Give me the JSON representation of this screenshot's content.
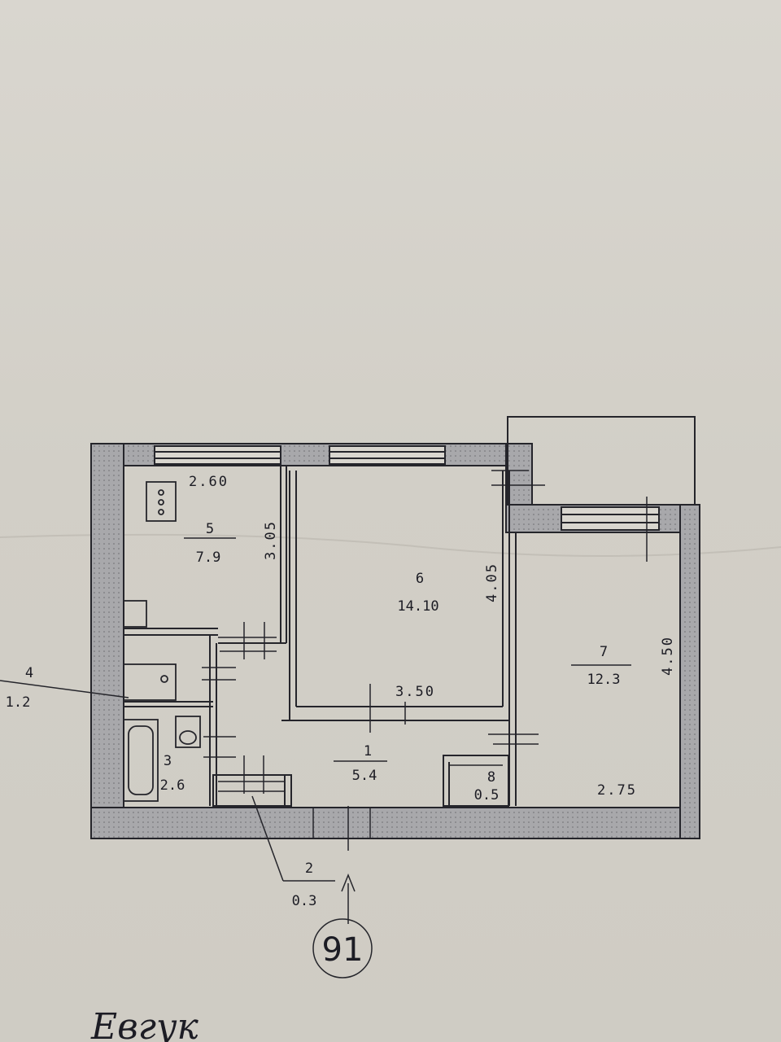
{
  "plan": {
    "rooms": [
      {
        "id": "1",
        "number": "1",
        "area": "5.4"
      },
      {
        "id": "2",
        "number": "2",
        "area": "0.3"
      },
      {
        "id": "3",
        "number": "3",
        "area": "2.6"
      },
      {
        "id": "4",
        "number": "4",
        "area": "1.2"
      },
      {
        "id": "5",
        "number": "5",
        "area": "7.9"
      },
      {
        "id": "6",
        "number": "6",
        "area": "14.10"
      },
      {
        "id": "7",
        "number": "7",
        "area": "12.3"
      },
      {
        "id": "8",
        "number": "8",
        "area": "0.5"
      }
    ],
    "dimensions": {
      "kitchen_width": "2.60",
      "kitchen_depth": "3.05",
      "room6_depth": "4.05",
      "room6_width": "3.50",
      "room7_depth": "4.50",
      "room7_width": "2.75"
    },
    "entry_marker": "91",
    "signature": "Евгук"
  },
  "colors": {
    "paper": "#d4d0c8",
    "ink": "#1c1c24",
    "wall_fill": "#a8a8ab"
  }
}
